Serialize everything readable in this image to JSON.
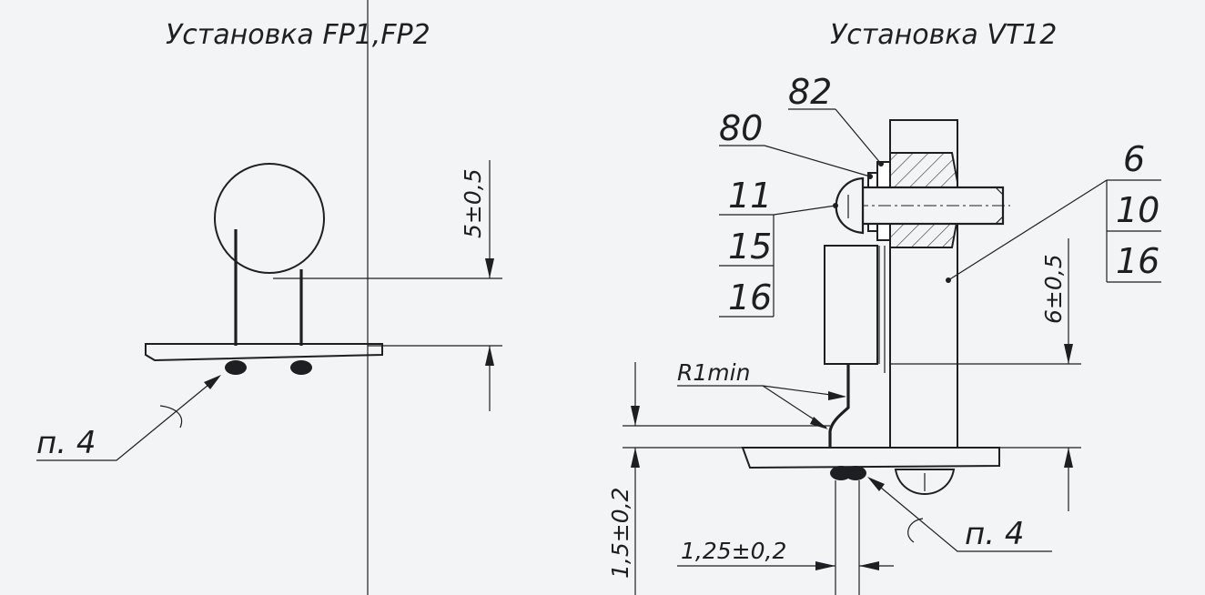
{
  "left_view": {
    "title": "Установка FP1,FP2",
    "dim_height": "5±0,5",
    "note_ref": "п. 4"
  },
  "right_view": {
    "title": "Установка VT12",
    "pos": [
      "82",
      "80",
      "11",
      "15",
      "16",
      "6",
      "10",
      "16"
    ],
    "dim_height": "6±0,5",
    "radius": "R1min",
    "dim_gap": "1,5±0,2",
    "dim_width": "1,25±0,2",
    "note_ref": "п. 4"
  }
}
